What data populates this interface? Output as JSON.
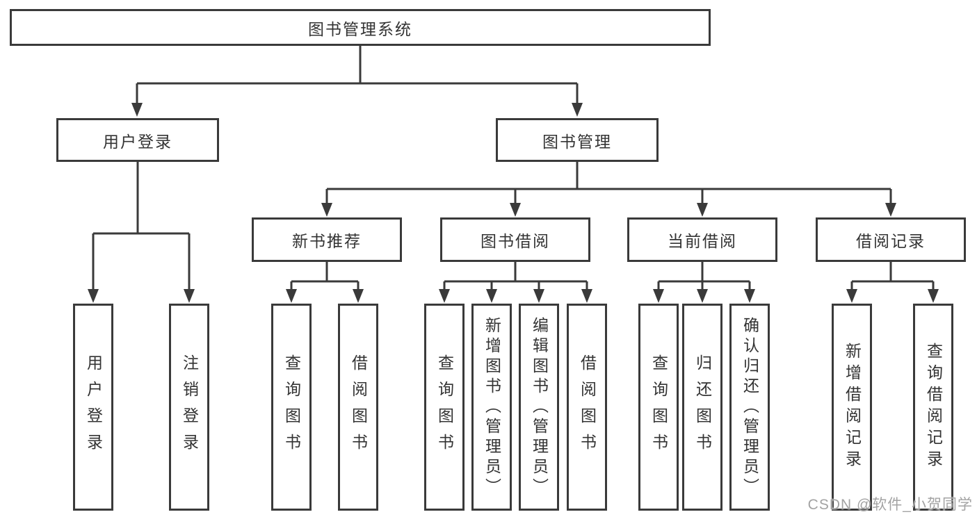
{
  "tree": {
    "root": {
      "label": "图书管理系统"
    },
    "branches": [
      {
        "label": "用户登录",
        "leaves": [
          "用户登录",
          "注销登录"
        ]
      },
      {
        "label": "图书管理",
        "groups": [
          {
            "label": "新书推荐",
            "leaves": [
              "查询图书",
              "借阅图书"
            ]
          },
          {
            "label": "图书借阅",
            "leaves": [
              "查询图书",
              "新增图书（管理员）",
              "编辑图书（管理员）",
              "借阅图书"
            ]
          },
          {
            "label": "当前借阅",
            "leaves": [
              "查询图书",
              "归还图书",
              "确认归还（管理员）"
            ]
          },
          {
            "label": "借阅记录",
            "leaves": [
              "新增借阅记录",
              "查询借阅记录"
            ]
          }
        ]
      }
    ]
  },
  "watermark": {
    "text": "CSDN @软件_小贺同学"
  },
  "colors": {
    "background": "#ffffff",
    "line": "#3a3a3a",
    "box_border": "#3a3a3a",
    "text": "#333333",
    "watermark": "#a3a3a3"
  }
}
